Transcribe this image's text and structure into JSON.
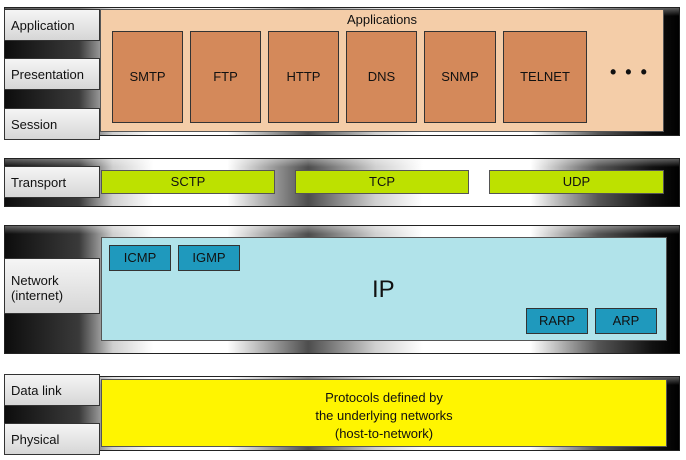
{
  "layers": {
    "application": "Application",
    "presentation": "Presentation",
    "session": "Session",
    "transport": "Transport",
    "network_line1": "Network",
    "network_line2": "(internet)",
    "data_link": "Data link",
    "physical": "Physical"
  },
  "application_group": {
    "title": "Applications",
    "protocols": [
      "SMTP",
      "FTP",
      "HTTP",
      "DNS",
      "SNMP",
      "TELNET"
    ],
    "ellipsis": "• • •"
  },
  "transport_group": {
    "protocols": [
      "SCTP",
      "TCP",
      "UDP"
    ]
  },
  "network_group": {
    "main": "IP",
    "upper_protocols": [
      "ICMP",
      "IGMP"
    ],
    "lower_protocols": [
      "RARP",
      "ARP"
    ]
  },
  "physical_group": {
    "lines": [
      "Protocols defined by",
      "the underlying networks",
      "(host-to-network)"
    ]
  },
  "colors": {
    "application_panel": "#f4cda8",
    "application_protocol": "#d4895a",
    "transport_protocol": "#bde100",
    "network_panel": "#b1e3ea",
    "network_protocol": "#1f99bd",
    "physical_panel": "#fff500"
  }
}
